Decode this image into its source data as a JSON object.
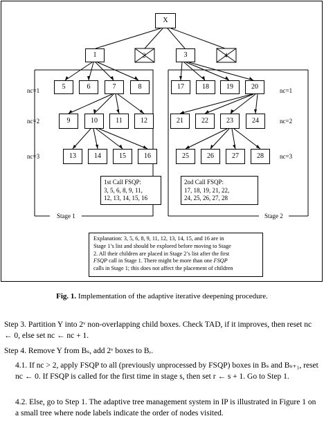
{
  "figure": {
    "root": "X",
    "level1": [
      "1",
      "2",
      "3",
      "4"
    ],
    "stage1": {
      "row1": [
        "5",
        "6",
        "7",
        "8"
      ],
      "row2": [
        "9",
        "10",
        "11",
        "12"
      ],
      "row3": [
        "13",
        "14",
        "15",
        "16"
      ],
      "call_label": "1st Call FSQP:",
      "call_list_1": "3, 5, 6, 8, 9, 11,",
      "call_list_2": "12, 13, 14, 15, 16",
      "stage_label": "Stage 1"
    },
    "stage2": {
      "row1": [
        "17",
        "18",
        "19",
        "20"
      ],
      "row2": [
        "21",
        "22",
        "23",
        "24"
      ],
      "row3": [
        "25",
        "26",
        "27",
        "28"
      ],
      "call_label": "2nd Call FSQP:",
      "call_list_1": "17, 18, 19, 21, 22,",
      "call_list_2": "24, 25, 26, 27, 28",
      "stage_label": "Stage 2"
    },
    "nc_labels": [
      "nc=1",
      "nc=2",
      "nc=3"
    ],
    "explanation": {
      "line1": "Explanation: 3, 5, 6, 8, 9, 11, 12, 13, 14, 15, and 16 are in",
      "line2": "Stage 1’s list and should be explored before moving to Stage",
      "line3": "2. All their children are placed in Stage 2’s list after the first",
      "line4_italic": "FSQP",
      "line4_rest": " call in Stage 1. There might be more than one ",
      "line4_italic2": "FSQP",
      "line5": "calls in Stage 1; this does not affect the placement of children"
    }
  },
  "caption": {
    "label": "Fig. 1.",
    "text": " Implementation of the adaptive iterative deepening procedure."
  },
  "body": {
    "step3": "Step 3. Partition Y into 2ᵛ non-overlapping child boxes. Check TAD, if it improves, then reset nc ← 0, else set nc ← nc + 1.",
    "step4": "Step 4. Remove Y from Bₛ, add 2ᵛ boxes to Bᵣ.",
    "step41": "4.1. If nc > 2, apply FSQP to all (previously unprocessed by FSQP) boxes in Bₛ and Bₛ₊₁, reset nc ← 0. If FSQP is called for the first time in stage s, then set r ← s + 1. Go to Step 1.",
    "step42": "4.2. Else, go to Step 1. The adaptive tree management system in IP is illustrated in Figure 1 on a small tree where node labels indicate the order of nodes visited."
  }
}
